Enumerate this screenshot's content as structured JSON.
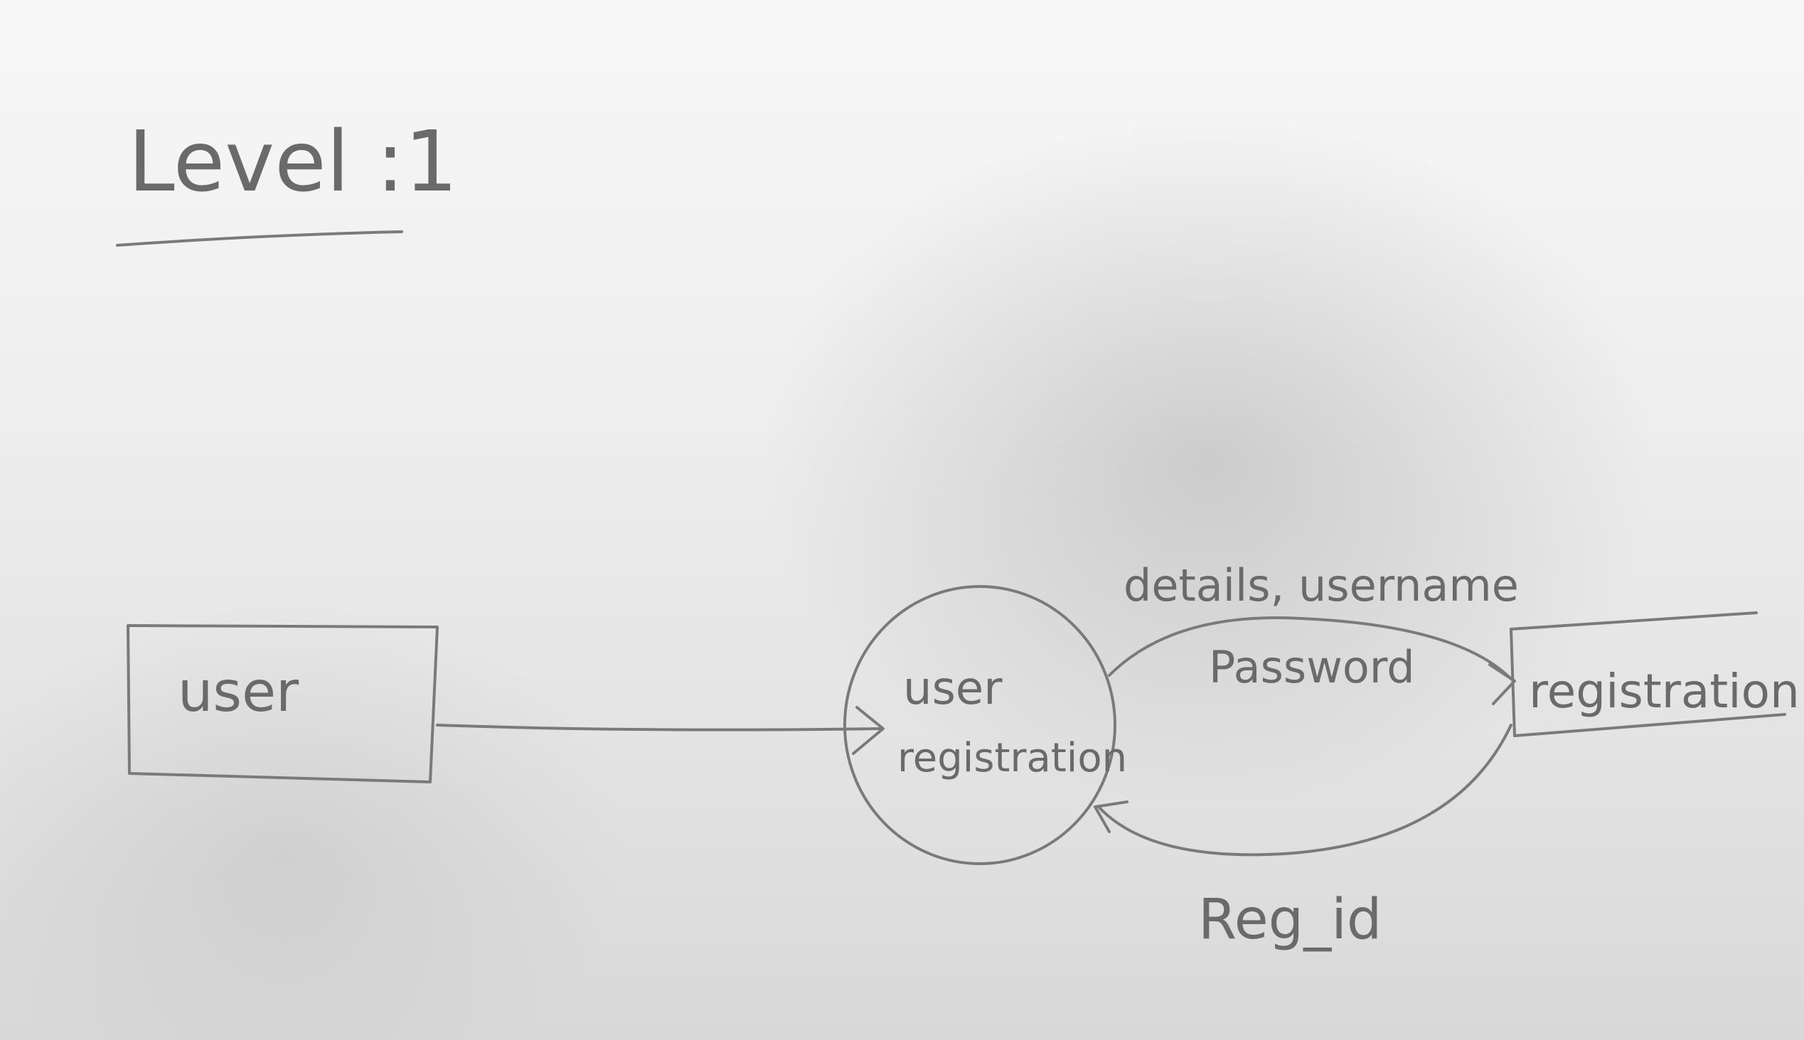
{
  "title": "Level :1",
  "entities": {
    "user": "user",
    "registration": "registration"
  },
  "process": {
    "line1": "user",
    "line2": "registration"
  },
  "flows": {
    "details_label": "details, username",
    "password_label": "Password",
    "regid_label": "Reg_id"
  },
  "colors": {
    "ink": "#6a6a6a",
    "paper": "#eeeeee"
  }
}
